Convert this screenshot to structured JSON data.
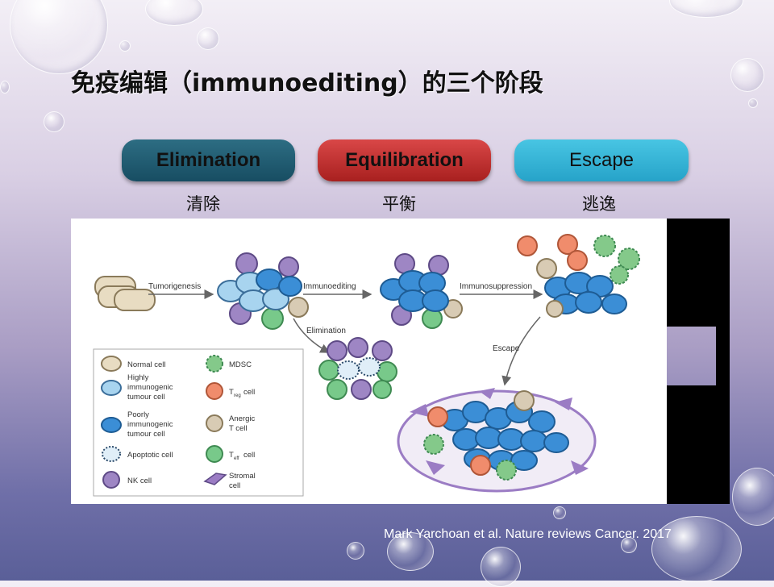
{
  "title": "免疫编辑（immunoediting）的三个阶段",
  "phases": [
    {
      "label": "Elimination",
      "sub": "清除",
      "color": "#1d5a70"
    },
    {
      "label": "Equilibration",
      "sub": "平衡",
      "color": "#c03030"
    },
    {
      "label": "Escape",
      "sub": "逃逸",
      "color": "#35b4d8"
    }
  ],
  "figure": {
    "arrows": {
      "tumorigenesis": "Tumorigenesis",
      "immunoediting": "Immunoediting",
      "immunosuppression": "Immunosuppression",
      "elimination": "Elimination",
      "escape": "Escape"
    },
    "legend": {
      "normal": "Normal cell",
      "highly_1": "Highly",
      "highly_2": "immunogenic",
      "highly_3": "tumour cell",
      "poorly_1": "Poorly",
      "poorly_2": "immunogenic",
      "poorly_3": "tumour cell",
      "apoptotic": "Apoptotic cell",
      "nk": "NK cell",
      "mdsc": "MDSC",
      "treg_t": "T",
      "treg_sub": "reg",
      "treg_cell": "cell",
      "anergic_1": "Anergic",
      "anergic_2": "T cell",
      "teff_t": "T",
      "teff_sub": "eff",
      "teff_cell": "cell",
      "stromal_1": "Stromal",
      "stromal_2": "cell"
    }
  },
  "colors": {
    "normal": "#e8dcc2",
    "highly": "#a8d4ef",
    "poorly": "#3b8ed6",
    "nk": "#9e86c4",
    "mdsc": "#84c98a",
    "treg": "#f08c6c",
    "anergic": "#d8cbb4",
    "teff": "#78c98a",
    "stromal": "#9b7cc4"
  },
  "citation": "Mark Yarchoan et al. Nature reviews Cancer. 2017"
}
